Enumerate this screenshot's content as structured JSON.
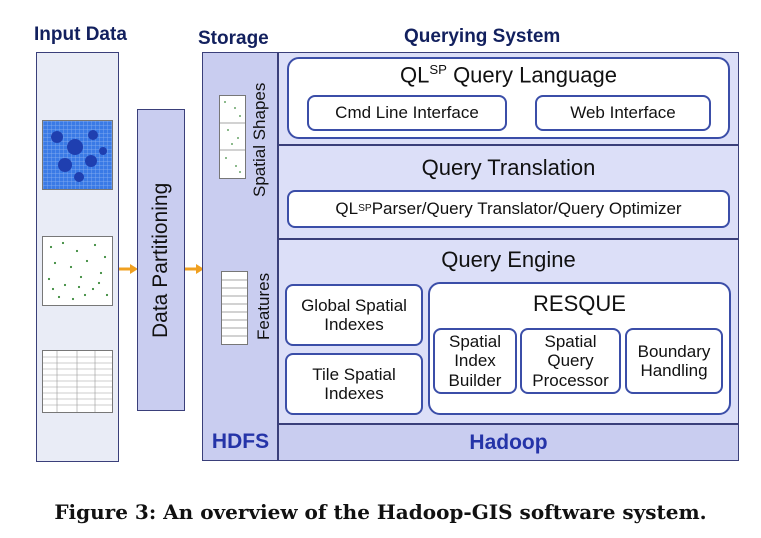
{
  "headers": {
    "input": "Input Data",
    "storage": "Storage",
    "querying": "Querying System"
  },
  "partition_label": "Data Partitioning",
  "storage_items": {
    "spatial_shapes": "Spatial Shapes",
    "features": "Features",
    "hdfs": "HDFS"
  },
  "query_language": {
    "title_main": "QL",
    "title_sup": "SP",
    "title_rest": " Query Language",
    "cmd": "Cmd Line Interface",
    "web": "Web Interface"
  },
  "query_translation": {
    "title": "Query Translation",
    "parser_main": "QL",
    "parser_sup": "SP",
    "parser_rest": " Parser/Query Translator/Query Optimizer"
  },
  "query_engine": {
    "title": "Query Engine",
    "global_idx": "Global Spatial Indexes",
    "tile_idx": "Tile Spatial Indexes",
    "resque": "RESQUE",
    "builder": "Spatial Index Builder",
    "processor": "Spatial Query Processor",
    "boundary": "Boundary Handling"
  },
  "hadoop": "Hadoop",
  "caption": "Figure 3: An overview of the Hadoop-GIS software system.",
  "colors": {
    "panel": "#c9cdf0",
    "border": "#3b4ea8",
    "arrow": "#f0a020",
    "hadoop_text": "#2534a8"
  }
}
